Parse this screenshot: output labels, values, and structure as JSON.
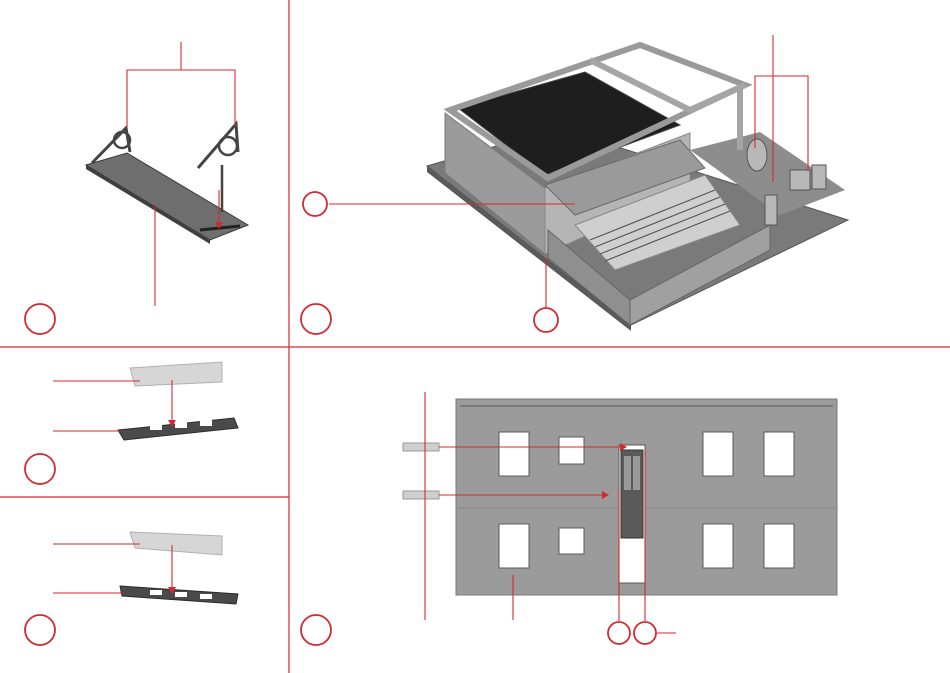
{
  "sheet": {
    "accent": "#d42a2f",
    "line_gray": "#3a3a3a",
    "panels": [
      {
        "id": "panel-bracket-platform",
        "content": "loading-platform-with-brackets"
      },
      {
        "id": "panel-assembled-building",
        "content": "assembled-shed-with-yard"
      },
      {
        "id": "panel-rail-step-a",
        "content": "light-part-on-dark-frame"
      },
      {
        "id": "panel-rail-step-b",
        "content": "light-part-on-dark-frame"
      },
      {
        "id": "panel-wall-windows",
        "content": "wall-panel-with-window-inserts"
      }
    ]
  }
}
